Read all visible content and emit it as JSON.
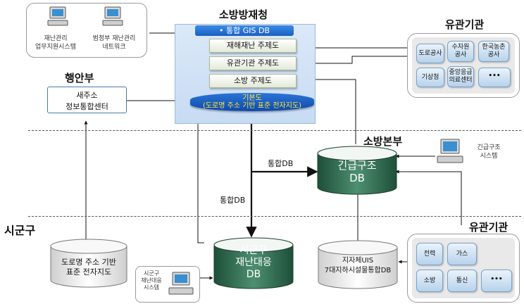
{
  "top_left_panel": {
    "items": [
      {
        "label_line1": "재난관리",
        "label_line2": "업무지원시스템"
      },
      {
        "label_line1": "범정부 재난관리",
        "label_line2": "네트워크"
      }
    ]
  },
  "sobang": {
    "title": "소방방재청",
    "gis_db": "• 통합 GIS DB",
    "themes": [
      "재해재난 주제도",
      "유관기관 주제도",
      "소방 주제도"
    ],
    "basemap_line1": "기본도",
    "basemap_line2": "(도로명 주소 기반 표준 전자지도)"
  },
  "haengan": {
    "title": "행안부",
    "box_line1": "새주소",
    "box_line2": "정보통합센터"
  },
  "related_top": {
    "title": "유관기관",
    "items": [
      "도로공사",
      "수자원\n공사",
      "한국농촌\n공사",
      "기상청",
      "중앙응급\n의료센터",
      "•••"
    ]
  },
  "sobang_bonbu": {
    "title": "소방본부",
    "db_line1": "긴급구조",
    "db_line2": "DB",
    "system_line1": "긴급구조",
    "system_line2": "시스템"
  },
  "flow_labels": {
    "integrated_db_1": "통합DB",
    "integrated_db_2": "통합DB"
  },
  "sigungu": {
    "title": "시군구",
    "road_db_line1": "도로명 주소 기반",
    "road_db_line2": "표준 전자지도",
    "disaster_db_line1": "시군구",
    "disaster_db_line2": "재난대응",
    "disaster_db_line3": "DB",
    "pc_line1": "시군구",
    "pc_line2": "재난대응",
    "pc_line3": "시스템",
    "uis_line1": "지자체UIS",
    "uis_line2": "7대지하시설물통합DB"
  },
  "related_bottom": {
    "title": "유관기관",
    "items": [
      "전력",
      "가스",
      "소방",
      "통신",
      "•••"
    ]
  },
  "colors": {
    "cyl_dark": "#2f6f52",
    "cyl_light": "#ffffff",
    "gis_blue": "#1a5fc2"
  }
}
